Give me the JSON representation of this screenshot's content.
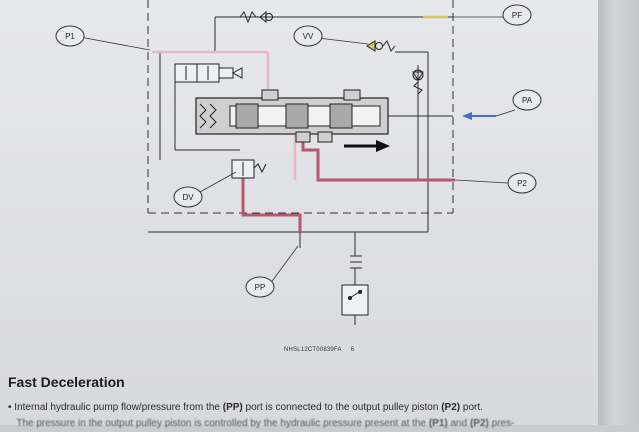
{
  "diagram": {
    "labels": {
      "p1": "P1",
      "vv": "VV",
      "pf": "PF",
      "pa": "PA",
      "p2": "P2",
      "dv": "DV",
      "pp": "PP"
    },
    "colors": {
      "pressure_line": "#b7566f",
      "pilot_line": "#e6b8c4",
      "return_line": "#d9c46a",
      "feed_arrow": "#4a6bc8",
      "motion_arrow": "#111111"
    },
    "caption": "NHSL12CT00839FA",
    "caption_index": "6"
  },
  "section": {
    "heading": "Fast Deceleration",
    "bullet": {
      "marker": "•",
      "text_before": "Internal hydraulic pump flow/pressure from the ",
      "pp": "(PP)",
      "text_middle": " port is connected to the output pulley piston ",
      "p2": "(P2)",
      "text_after": " port."
    },
    "cut_line": {
      "text_before": "The pressure in the output pulley piston is controlled by the hydraulic pressure present at the ",
      "p1": "(P1)",
      "text_middle": " and ",
      "p2": "(P2)",
      "text_after": " pres-"
    }
  }
}
